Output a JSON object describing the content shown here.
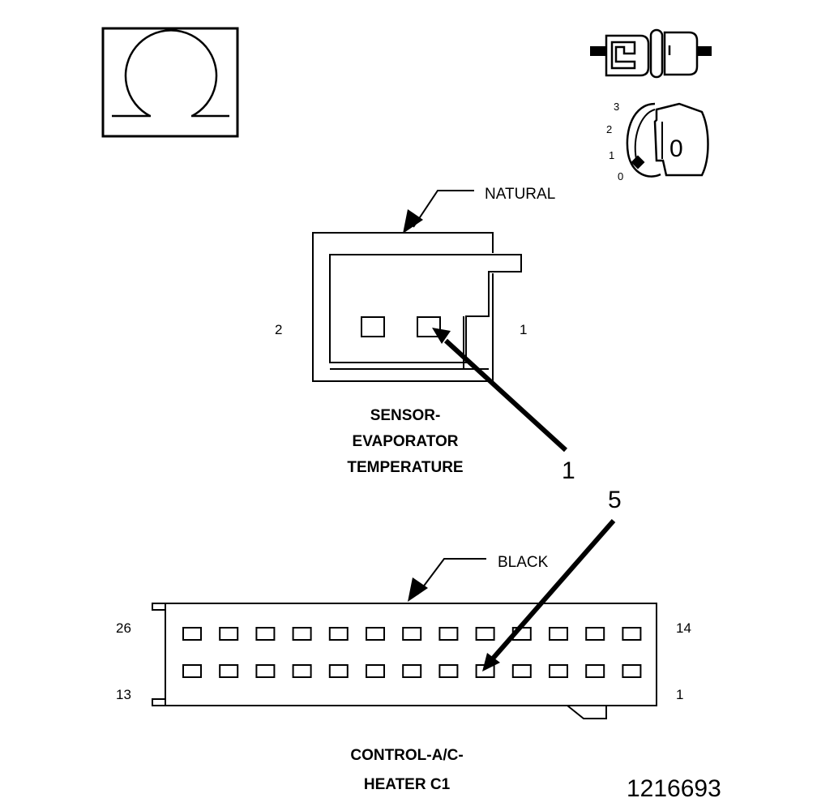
{
  "icons": {
    "ohm": "ohm-meter-icon",
    "connector": "connector-plug-icon",
    "ignition": "ignition-key-icon"
  },
  "ignition": {
    "positions": [
      "3",
      "2",
      "1",
      "0"
    ],
    "key_label": "0"
  },
  "sensor_connector": {
    "color": "NATURAL",
    "pin_left": "2",
    "pin_right": "1",
    "title_lines": [
      "SENSOR-",
      "EVAPORATOR",
      "TEMPERATURE"
    ],
    "callout": "1"
  },
  "control_connector": {
    "color": "BLACK",
    "pin_top_left": "26",
    "pin_top_right": "14",
    "pin_bottom_left": "13",
    "pin_bottom_right": "1",
    "title_lines": [
      "CONTROL-A/C-",
      "HEATER C1"
    ],
    "callout": "5",
    "cavities_per_row": 13
  },
  "figure_number": "1216693"
}
